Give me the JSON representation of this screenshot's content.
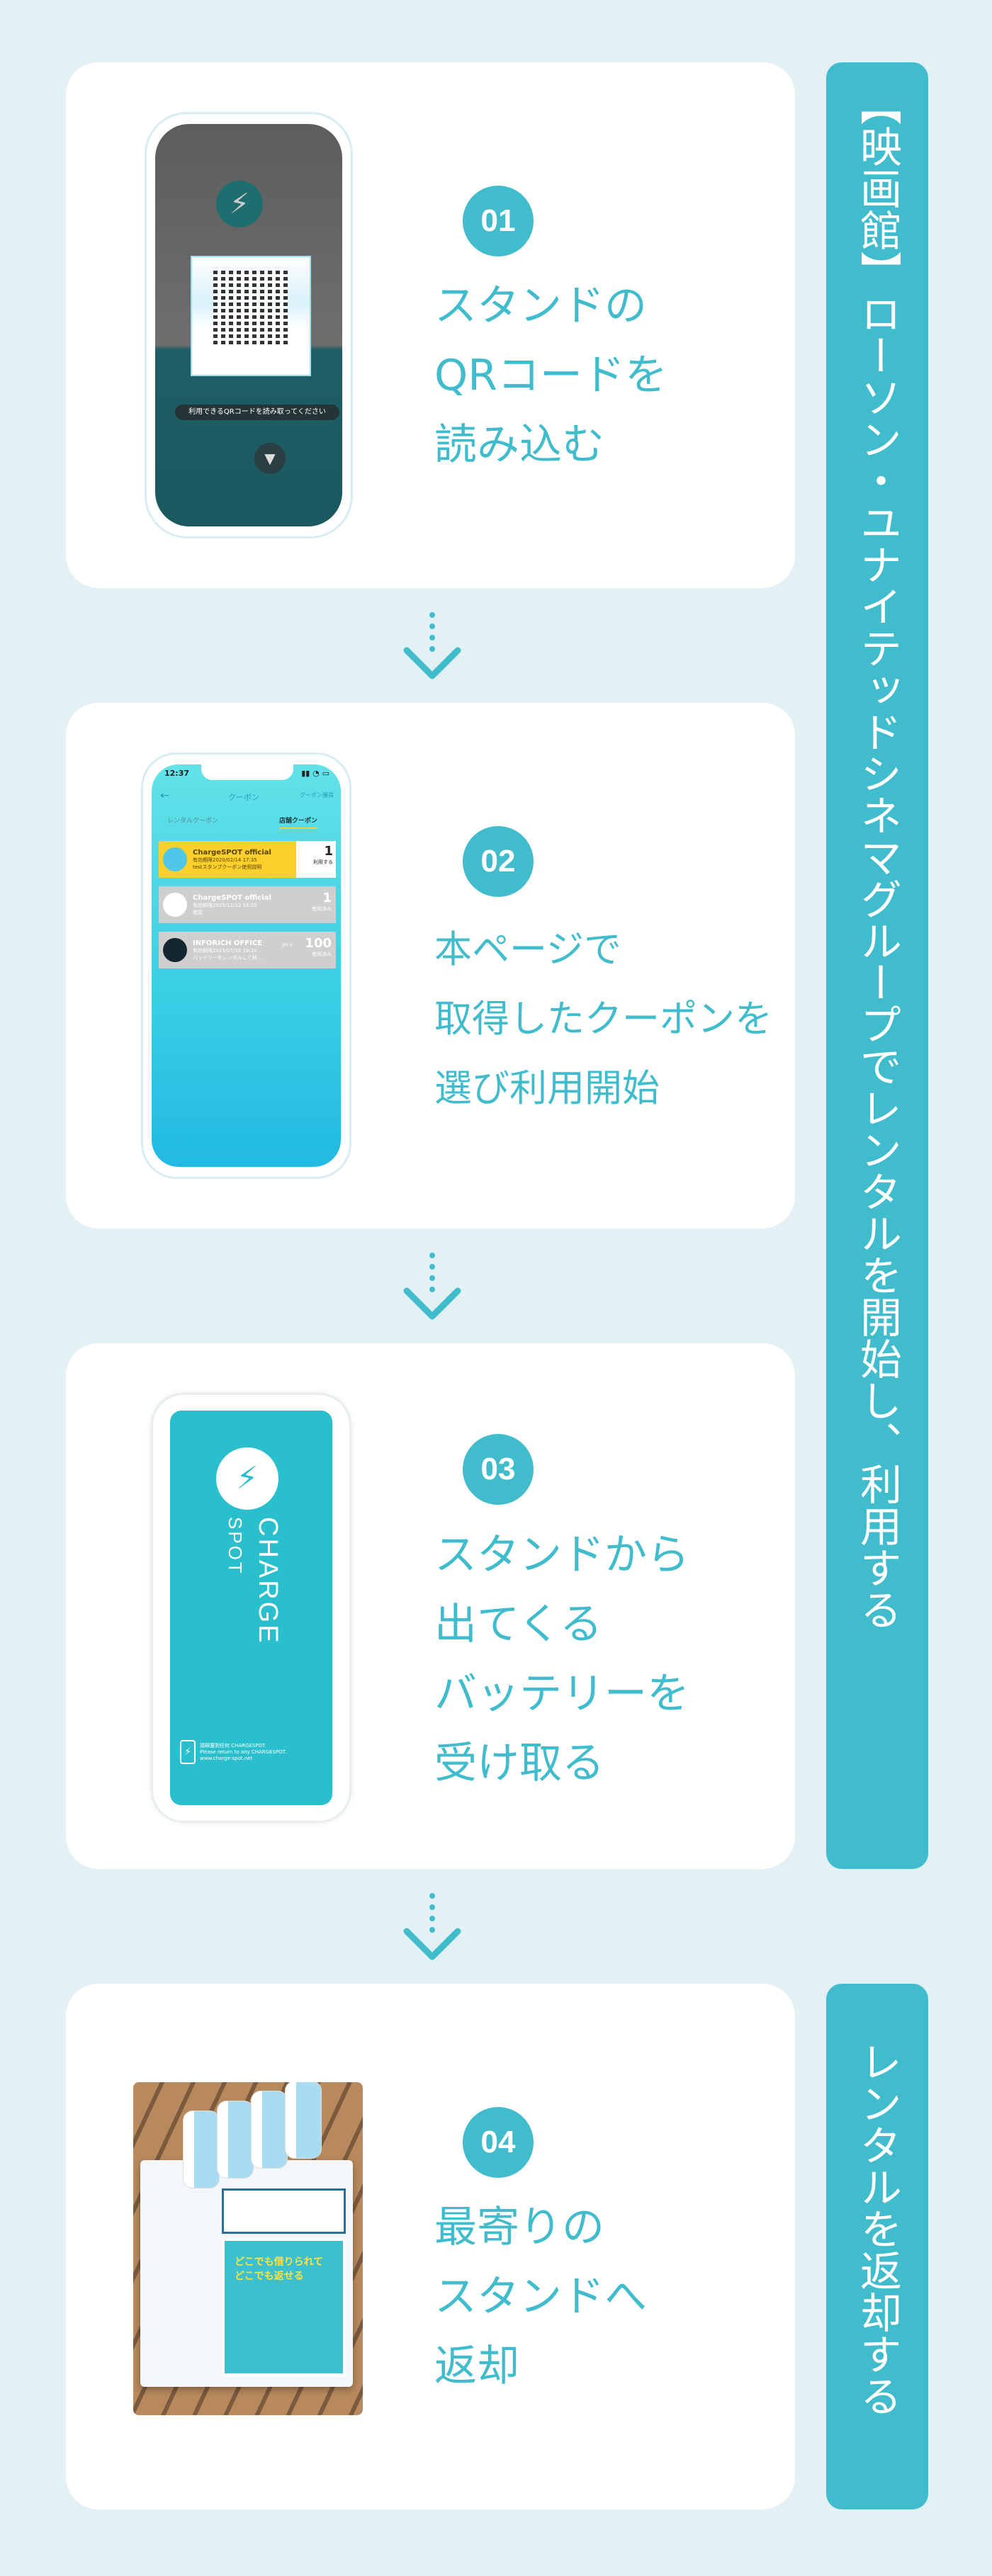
{
  "colors": {
    "accent": "#41bccd",
    "background": "#e3f0f4",
    "card": "#ffffff"
  },
  "side_labels": [
    "【映画館】ローソン・ユナイテッドシネマグループでレンタルを開始し、利用する",
    "レンタルを返却する"
  ],
  "steps": [
    {
      "number": "01",
      "lines": [
        "スタンドの",
        "QRコードを",
        "読み込む"
      ],
      "image": {
        "hint": "利用できるQRコードを読み取ってください"
      }
    },
    {
      "number": "02",
      "lines": [
        "本ページで",
        "取得したクーポンを",
        "選び利用開始"
      ],
      "image": {
        "time": "12:37",
        "title": "クーポン",
        "right_link": "クーポン獲得",
        "tab_rental": "レンタルクーポン",
        "tab_store": "店舗クーポン",
        "coupons": [
          {
            "name": "ChargeSPOT official",
            "expiry": "有効期限2020/02/14 17:35",
            "desc": "testスタンプクーポン使用説明",
            "value": "1",
            "status": "利用する"
          },
          {
            "name": "ChargeSPOT official",
            "expiry": "有効期限2019/12/12 16:55",
            "desc": "確認",
            "value": "1",
            "status": "使用済み"
          },
          {
            "name": "INFORICH OFFICE",
            "expiry": "有効期限2019/07/10 19:20",
            "desc": "バッテリーをレンタルして林…",
            "value": "100",
            "status": "使用済み"
          }
        ],
        "currency": "JPY ¥"
      }
    },
    {
      "number": "03",
      "lines": [
        "スタンドから",
        "出てくる",
        "バッテリーを",
        "受け取る"
      ],
      "image": {
        "brand_top": "CHARGE",
        "brand_bottom": "SPOT",
        "foot_1": "請歸還到任何 CHARGESPOT.",
        "foot_2": "Please return to any CHARGESPOT.",
        "foot_3": "www.charge-spot.net"
      }
    },
    {
      "number": "04",
      "lines": [
        "最寄りの",
        "スタンドへ",
        "返却"
      ],
      "image": {
        "poster_1": "どこでも借りられて",
        "poster_2": "どこでも返せる"
      }
    }
  ]
}
